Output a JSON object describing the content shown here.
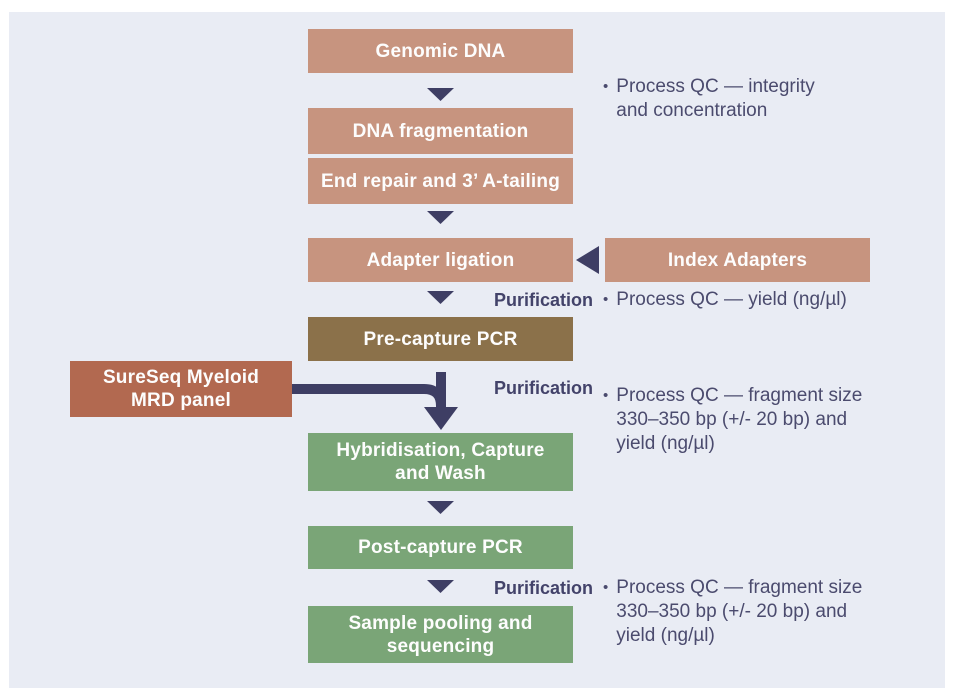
{
  "diagram": {
    "title_semantic": "SureSeq Myeloid MRD panel library preparation workflow",
    "colors": {
      "panel_background": "#e9ecf4",
      "step_salmon": "#c7947f",
      "step_brown": "#8b714a",
      "step_terracotta": "#b26950",
      "step_green": "#7aa577",
      "arrow_navy": "#3e3e64",
      "annotation_text": "#4b4b6e"
    },
    "steps": {
      "genomic_dna": "Genomic DNA",
      "dna_fragmentation": "DNA fragmentation",
      "end_repair": "End repair and 3’ A-tailing",
      "adapter_ligation": "Adapter ligation",
      "index_adapters": "Index Adapters",
      "pre_capture_pcr": "Pre-capture PCR",
      "sureseq_panel": "SureSeq Myeloid MRD panel",
      "hybridisation": "Hybridisation, Capture and Wash",
      "post_capture_pcr": "Post-capture PCR",
      "sample_pooling": "Sample pooling and sequencing"
    },
    "annotations": {
      "bullet": "•",
      "purification": "Purification",
      "qc_integrity": "Process QC — integrity and concentration",
      "qc_yield": "Process QC — yield (ng/µl)",
      "qc_fragment_size": "Process QC — fragment size 330–350 bp (+/- 20 bp) and yield (ng/µl)"
    }
  }
}
